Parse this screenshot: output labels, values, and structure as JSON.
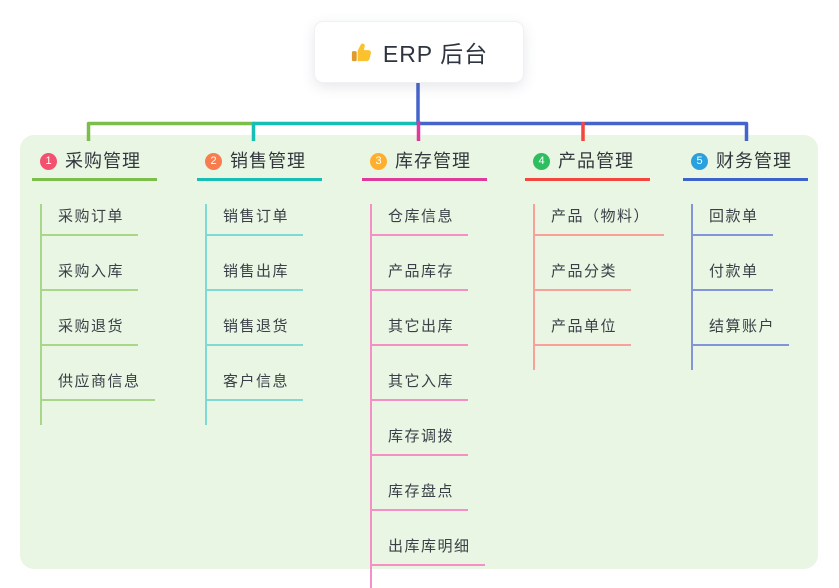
{
  "root": {
    "title": "ERP 后台",
    "icon": "thumbs-up-icon"
  },
  "colors": {
    "canvas_background": "#E9F6E3",
    "root_connector": "#4564CB"
  },
  "branches": [
    {
      "index": "1",
      "title": "采购管理",
      "line_color": "#7CBE4B",
      "child_line_color": "#A9D789",
      "badge_color": "#F25270",
      "children": [
        "采购订单",
        "采购入库",
        "采购退货",
        "供应商信息"
      ]
    },
    {
      "index": "2",
      "title": "销售管理",
      "line_color": "#17BEB4",
      "child_line_color": "#7EDAD2",
      "badge_color": "#F97C4F",
      "children": [
        "销售订单",
        "销售出库",
        "销售退货",
        "客户信息"
      ]
    },
    {
      "index": "3",
      "title": "库存管理",
      "line_color": "#DE3A9E",
      "child_line_color": "#F490C5",
      "badge_color": "#FFAF2E",
      "children": [
        "仓库信息",
        "产品库存",
        "其它出库",
        "其它入库",
        "库存调拨",
        "库存盘点",
        "出库库明细"
      ]
    },
    {
      "index": "4",
      "title": "产品管理",
      "line_color": "#F4463C",
      "child_line_color": "#F9A09A",
      "badge_color": "#2EBE60",
      "children": [
        "产品（物料）",
        "产品分类",
        "产品单位"
      ]
    },
    {
      "index": "5",
      "title": "财务管理",
      "line_color": "#3D62C9",
      "child_line_color": "#8195D8",
      "badge_color": "#2BA0DF",
      "children": [
        "回款单",
        "付款单",
        "结算账户"
      ]
    }
  ]
}
